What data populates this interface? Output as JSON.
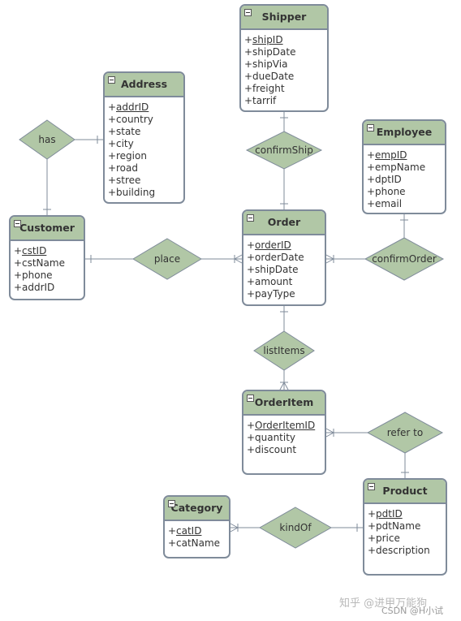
{
  "entities": [
    {
      "id": "shipper",
      "title": "Shipper",
      "attrs": [
        {
          "name": "shipID",
          "pk": true
        },
        {
          "name": "shipDate"
        },
        {
          "name": "shipVia"
        },
        {
          "name": "dueDate"
        },
        {
          "name": "freight"
        },
        {
          "name": "tarrif"
        }
      ]
    },
    {
      "id": "address",
      "title": "Address",
      "attrs": [
        {
          "name": "addrID",
          "pk": true
        },
        {
          "name": "country"
        },
        {
          "name": "state"
        },
        {
          "name": "city"
        },
        {
          "name": "region"
        },
        {
          "name": "road"
        },
        {
          "name": "stree"
        },
        {
          "name": "building"
        }
      ]
    },
    {
      "id": "employee",
      "title": "Employee",
      "attrs": [
        {
          "name": "empID",
          "pk": true
        },
        {
          "name": "empName"
        },
        {
          "name": "dptID"
        },
        {
          "name": "phone"
        },
        {
          "name": "email"
        }
      ]
    },
    {
      "id": "customer",
      "title": "Customer",
      "attrs": [
        {
          "name": "cstID",
          "pk": true
        },
        {
          "name": "cstName"
        },
        {
          "name": "phone"
        },
        {
          "name": "addrID"
        }
      ]
    },
    {
      "id": "order",
      "title": "Order",
      "attrs": [
        {
          "name": "orderID",
          "pk": true
        },
        {
          "name": "orderDate"
        },
        {
          "name": "shipDate"
        },
        {
          "name": "amount"
        },
        {
          "name": "payType"
        }
      ]
    },
    {
      "id": "orderitem",
      "title": "OrderItem",
      "attrs": [
        {
          "name": "OrderItemID",
          "pk": true
        },
        {
          "name": "quantity"
        },
        {
          "name": "discount"
        }
      ]
    },
    {
      "id": "category",
      "title": "Category",
      "attrs": [
        {
          "name": "catID",
          "pk": true
        },
        {
          "name": "catName"
        }
      ]
    },
    {
      "id": "product",
      "title": "Product",
      "attrs": [
        {
          "name": "pdtID",
          "pk": true
        },
        {
          "name": "pdtName"
        },
        {
          "name": "price"
        },
        {
          "name": "description"
        }
      ]
    }
  ],
  "relationships": [
    {
      "id": "has",
      "label": "has"
    },
    {
      "id": "confirmship",
      "label": "confirmShip"
    },
    {
      "id": "place",
      "label": "place"
    },
    {
      "id": "confirmorder",
      "label": "confirmOrder"
    },
    {
      "id": "listitems",
      "label": "listItems"
    },
    {
      "id": "referto",
      "label": "refer to"
    },
    {
      "id": "kindof",
      "label": "kindOf"
    }
  ],
  "attr_prefix": "+",
  "watermark": {
    "main": "知乎 @进甲万能狗",
    "sub": "CSDN @H小试"
  }
}
